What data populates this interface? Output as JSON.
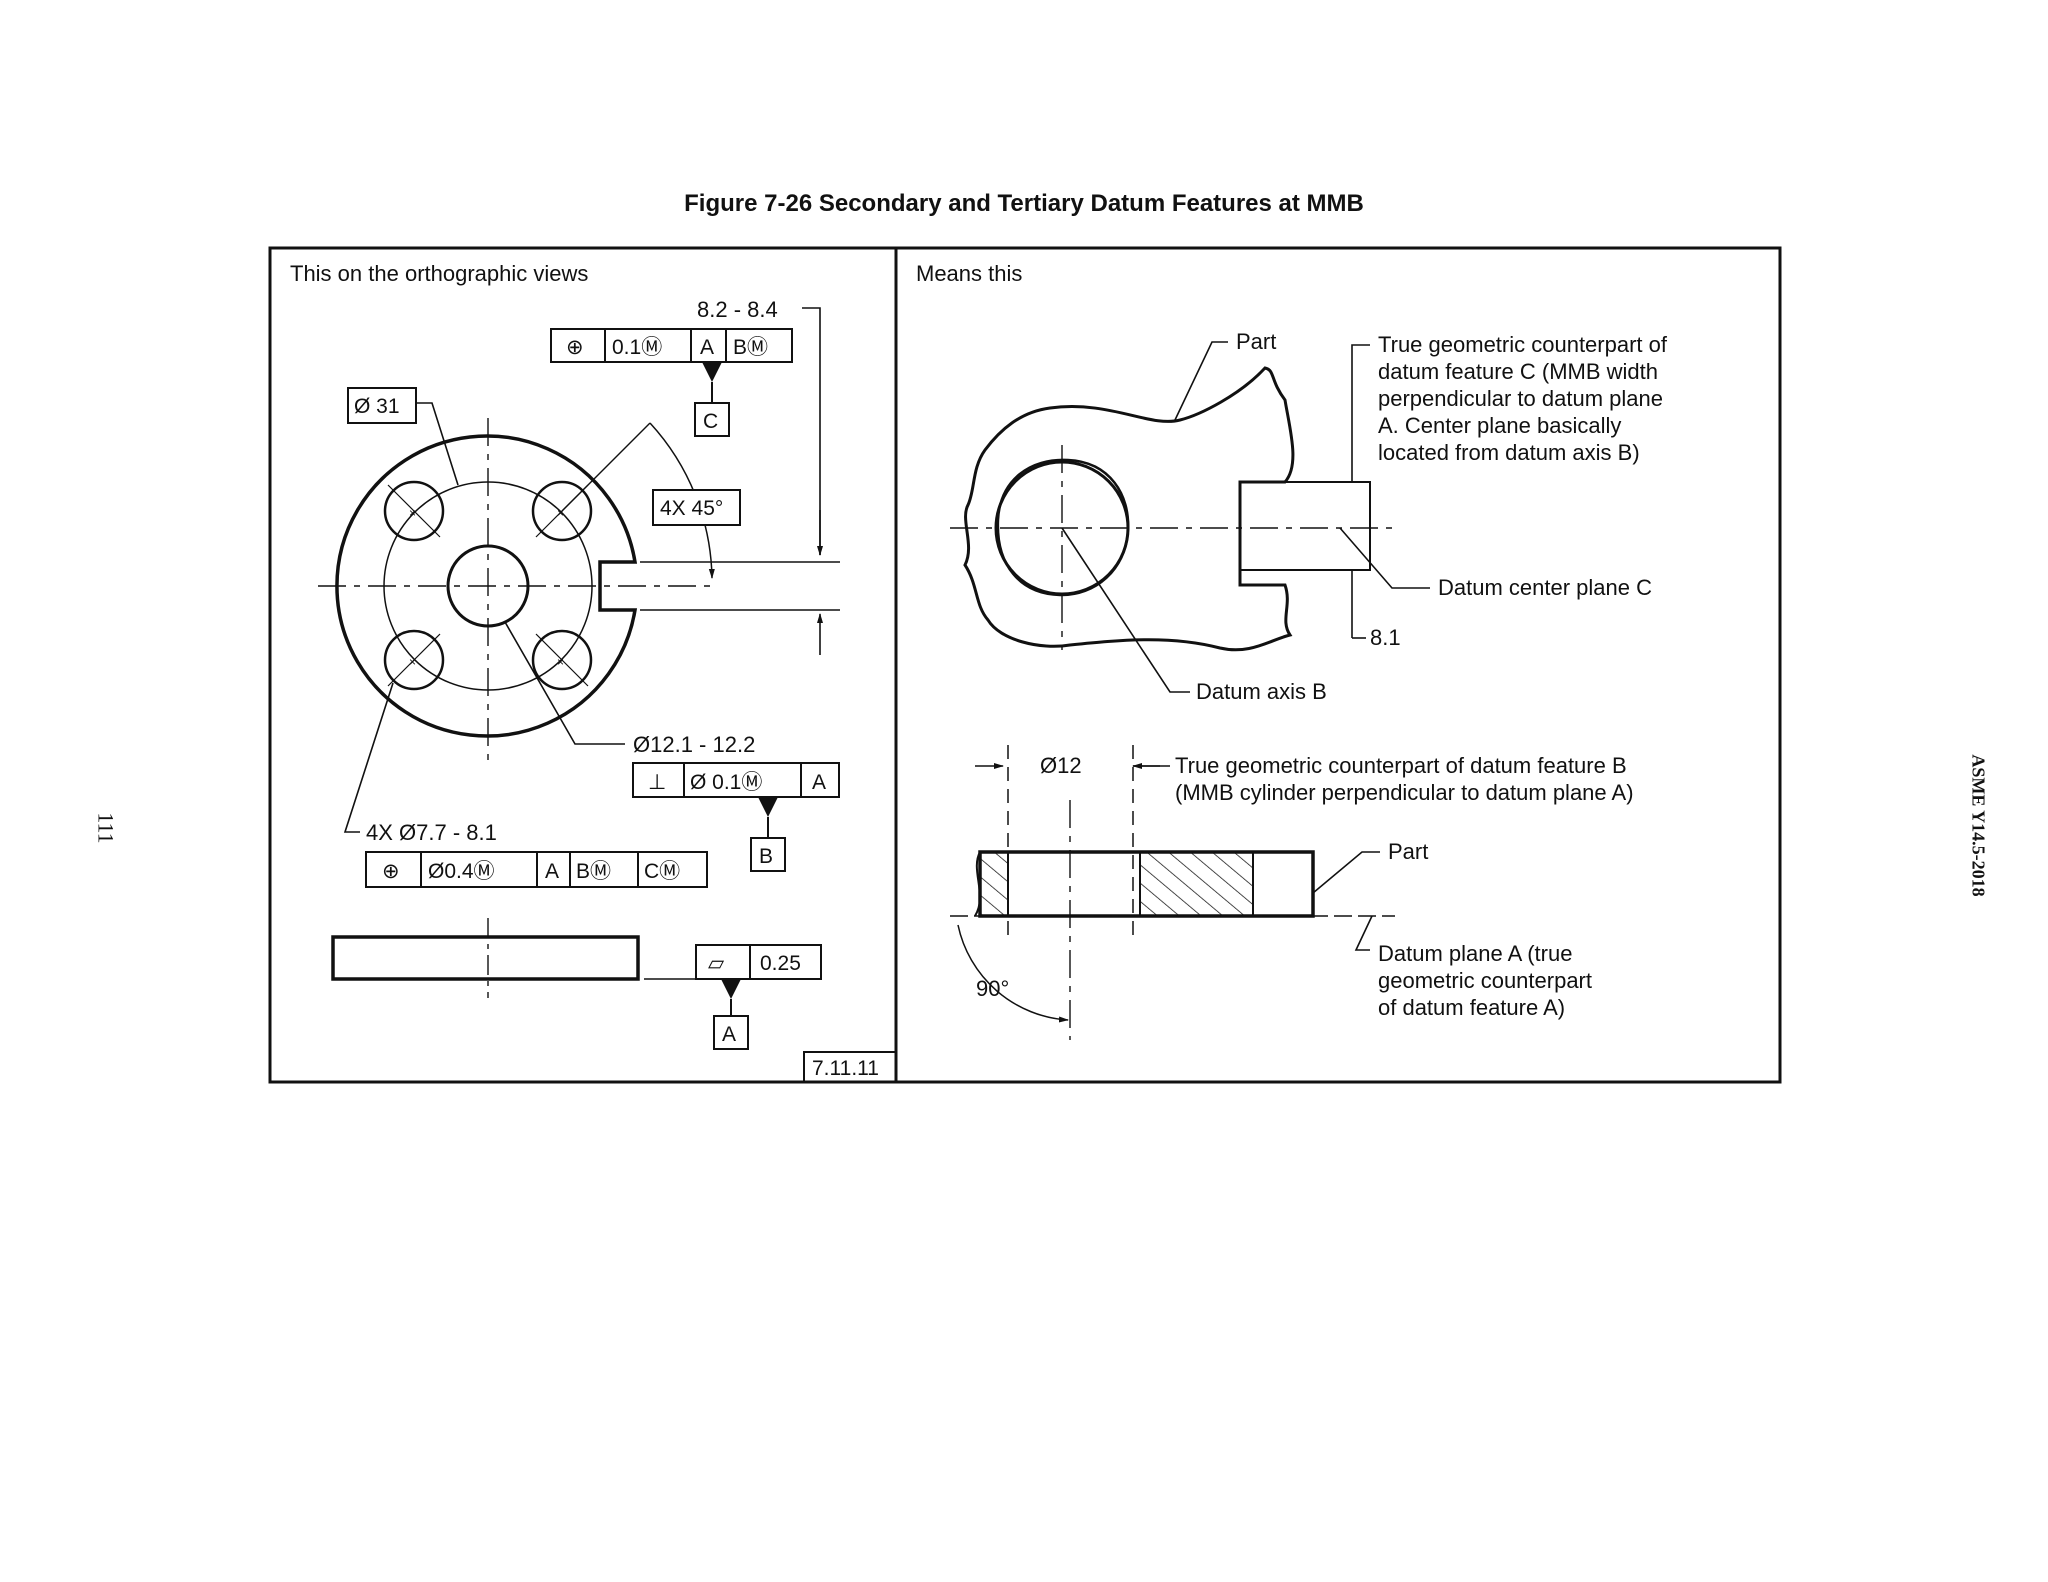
{
  "header": {
    "figure_title": "Figure 7-26 Secondary and Tertiary Datum Features at MMB",
    "page_number": "111",
    "standard_id": "ASME Y14.5-2018"
  },
  "left_panel": {
    "heading": "This on the orthographic views",
    "slot_width": "8.2 - 8.4",
    "fcf_top": [
      "⊕",
      "0.1Ⓜ",
      "A",
      "BⓂ"
    ],
    "datum_c": "C",
    "outer_dia": "Ø 31",
    "angle": "4X 45°",
    "bore_dia": "Ø12.1 - 12.2",
    "fcf_perp": [
      "⊥",
      "Ø 0.1Ⓜ",
      "A"
    ],
    "datum_b": "B",
    "holes": "4X Ø7.7 - 8.1",
    "fcf_holes": [
      "⊕",
      "Ø0.4Ⓜ",
      "A",
      "BⓂ",
      "CⓂ"
    ],
    "fcf_flat": [
      "▱",
      "0.25"
    ],
    "datum_a": "A",
    "ref": "7.11.11"
  },
  "right_panel": {
    "heading": "Means this",
    "part_label": "Part",
    "counterpart_c": [
      "True geometric counterpart of",
      "datum feature C (MMB width",
      "perpendicular to datum plane",
      "A. Center plane basically",
      "located from datum axis B)"
    ],
    "center_plane_c": "Datum center plane C",
    "dim_81": "8.1",
    "axis_b": "Datum axis B",
    "dia_12": "Ø12",
    "counterpart_b": [
      "True geometric counterpart of datum feature B",
      "(MMB cylinder perpendicular to datum plane A)"
    ],
    "part_label_2": "Part",
    "plane_a": [
      "Datum plane A (true",
      "geometric counterpart",
      "of datum feature A)"
    ],
    "angle_90": "90°"
  }
}
